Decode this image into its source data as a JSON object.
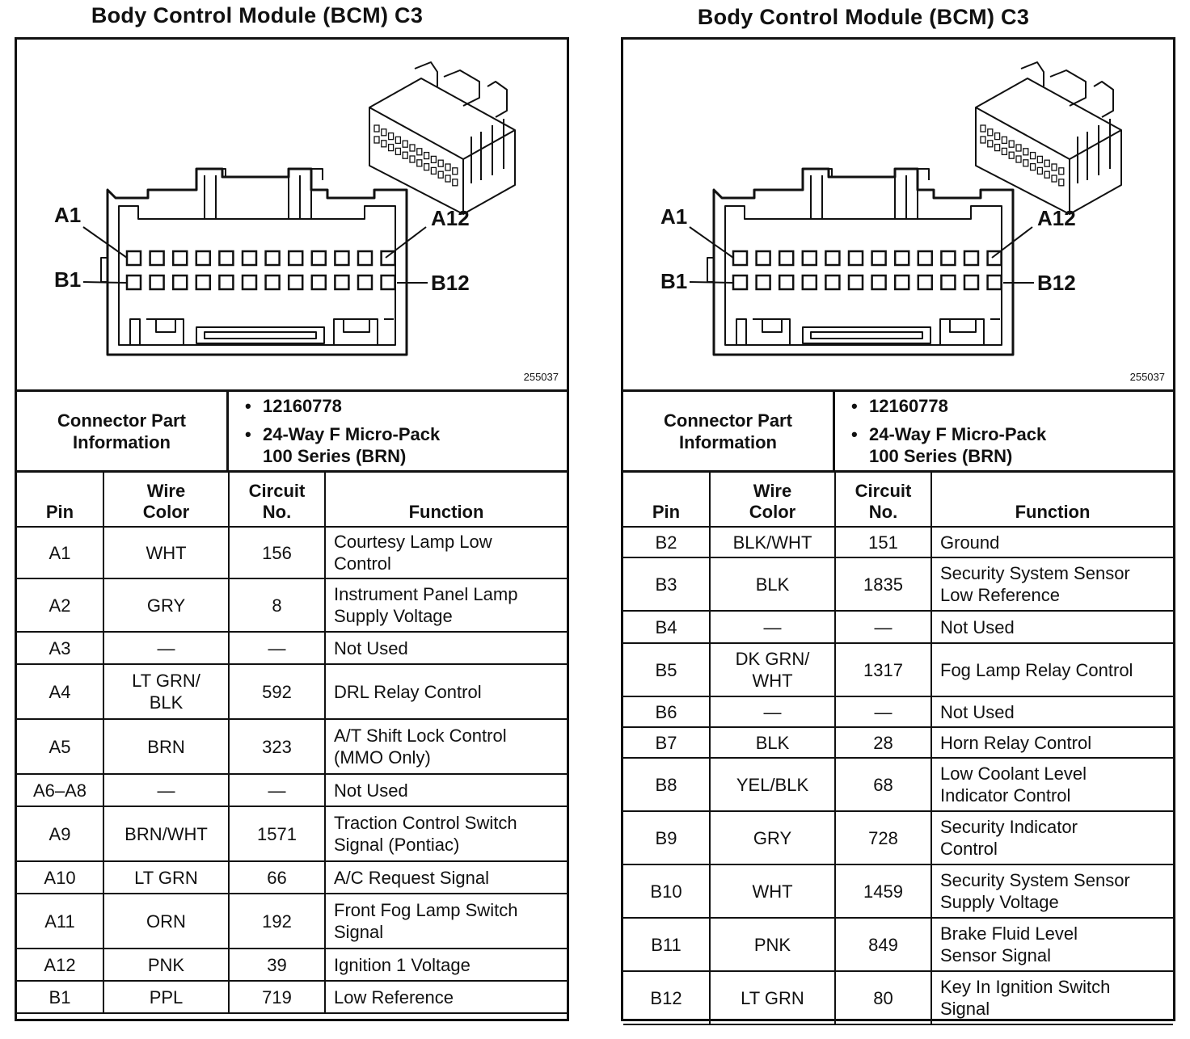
{
  "left_panel": {
    "title": "Body Control Module (BCM) C3",
    "diagram": {
      "id": "255037",
      "labels": {
        "a1": "A1",
        "a12": "A12",
        "b1": "B1",
        "b12": "B12"
      }
    },
    "connector_info": {
      "label": "Connector Part\nInformation",
      "items": [
        "12160778",
        "24-Way F Micro-Pack\n100 Series (BRN)"
      ]
    },
    "table": {
      "headers": {
        "pin": "Pin",
        "wire_color": "Wire\nColor",
        "circuit": "Circuit\nNo.",
        "function": "Function"
      },
      "rows": [
        {
          "pin": "A1",
          "color": "WHT",
          "circuit": "156",
          "function": "Courtesy Lamp Low\nControl"
        },
        {
          "pin": "A2",
          "color": "GRY",
          "circuit": "8",
          "function": "Instrument Panel Lamp\nSupply Voltage"
        },
        {
          "pin": "A3",
          "color": "—",
          "circuit": "—",
          "function": "Not Used"
        },
        {
          "pin": "A4",
          "color": "LT GRN/\nBLK",
          "circuit": "592",
          "function": "DRL Relay Control"
        },
        {
          "pin": "A5",
          "color": "BRN",
          "circuit": "323",
          "function": "A/T Shift Lock Control\n(MMO Only)"
        },
        {
          "pin": "A6–A8",
          "color": "—",
          "circuit": "—",
          "function": "Not Used"
        },
        {
          "pin": "A9",
          "color": "BRN/WHT",
          "circuit": "1571",
          "function": "Traction Control Switch\nSignal (Pontiac)"
        },
        {
          "pin": "A10",
          "color": "LT GRN",
          "circuit": "66",
          "function": "A/C Request Signal"
        },
        {
          "pin": "A11",
          "color": "ORN",
          "circuit": "192",
          "function": "Front Fog Lamp Switch\nSignal"
        },
        {
          "pin": "A12",
          "color": "PNK",
          "circuit": "39",
          "function": "Ignition 1 Voltage"
        },
        {
          "pin": "B1",
          "color": "PPL",
          "circuit": "719",
          "function": "Low Reference"
        }
      ]
    }
  },
  "right_panel": {
    "title": "Body Control Module (BCM) C3",
    "diagram": {
      "id": "255037",
      "labels": {
        "a1": "A1",
        "a12": "A12",
        "b1": "B1",
        "b12": "B12"
      }
    },
    "connector_info": {
      "label": "Connector Part\nInformation",
      "items": [
        "12160778",
        "24-Way F Micro-Pack\n100 Series (BRN)"
      ]
    },
    "table": {
      "headers": {
        "pin": "Pin",
        "wire_color": "Wire\nColor",
        "circuit": "Circuit\nNo.",
        "function": "Function"
      },
      "rows": [
        {
          "pin": "B2",
          "color": "BLK/WHT",
          "circuit": "151",
          "function": "Ground"
        },
        {
          "pin": "B3",
          "color": "BLK",
          "circuit": "1835",
          "function": "Security System Sensor\nLow Reference"
        },
        {
          "pin": "B4",
          "color": "—",
          "circuit": "—",
          "function": "Not Used"
        },
        {
          "pin": "B5",
          "color": "DK GRN/\nWHT",
          "circuit": "1317",
          "function": "Fog Lamp Relay Control"
        },
        {
          "pin": "B6",
          "color": "—",
          "circuit": "—",
          "function": "Not Used"
        },
        {
          "pin": "B7",
          "color": "BLK",
          "circuit": "28",
          "function": "Horn Relay Control"
        },
        {
          "pin": "B8",
          "color": "YEL/BLK",
          "circuit": "68",
          "function": "Low Coolant Level\nIndicator Control"
        },
        {
          "pin": "B9",
          "color": "GRY",
          "circuit": "728",
          "function": "Security Indicator\nControl"
        },
        {
          "pin": "B10",
          "color": "WHT",
          "circuit": "1459",
          "function": "Security System Sensor\nSupply Voltage"
        },
        {
          "pin": "B11",
          "color": "PNK",
          "circuit": "849",
          "function": "Brake Fluid Level\nSensor Signal"
        },
        {
          "pin": "B12",
          "color": "LT GRN",
          "circuit": "80",
          "function": "Key In Ignition Switch\nSignal"
        }
      ]
    }
  }
}
